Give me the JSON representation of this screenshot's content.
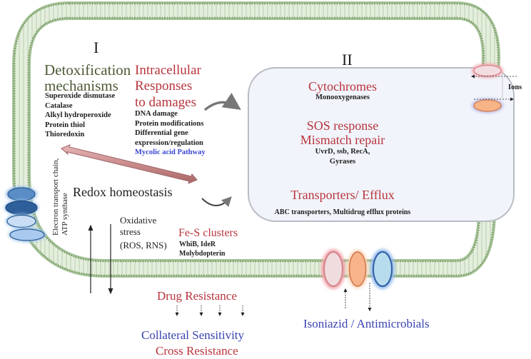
{
  "diagram": {
    "section_labels": {
      "left": "I",
      "right": "II"
    },
    "detoxification": {
      "title_line1": "Detoxification",
      "title_line2": "mechanisms",
      "items": [
        "Superoxide dismutase",
        "Catalase",
        "Alkyl hydroperoxide",
        "Protein thiol",
        "Thioredoxin"
      ]
    },
    "intracellular": {
      "title_line1": "Intracellular",
      "title_line2": "Responses",
      "title_line3": "to damages",
      "items": [
        "DNA damage",
        "Protein modifications",
        "Differential gene",
        "expression/regulation"
      ],
      "highlight_item": "Mycolic acid Pathway"
    },
    "redox": {
      "label": "Redox homeostasis"
    },
    "electron_transport": {
      "line1": "Electron transport chain,",
      "line2": "ATP synthase"
    },
    "oxidative_stress": {
      "line1": "Oxidative",
      "line2": "stress",
      "line3": "(ROS, RNS)"
    },
    "fes_clusters": {
      "title": "Fe-S clusters",
      "items": [
        "WhiB, IdeR",
        "Molybdopterin"
      ]
    },
    "box_II": {
      "cytochromes": {
        "title": "Cytochromes",
        "sub": "Monooxygenases"
      },
      "sos": {
        "title_line1": "SOS response",
        "title_line2": "Mismatch repair",
        "sub_line1": "UvrD, ssb, RecA,",
        "sub_line2": "Gyrases"
      },
      "transporters": {
        "title": "Transporters/ Efflux",
        "sub": "ABC transporters, Multidrug efflux proteins"
      }
    },
    "ions_label": "Ions",
    "drug_resistance": "Drug Resistance",
    "collateral_sensitivity": "Collateral Sensitivity",
    "cross_resistance": "Cross Resistance",
    "isoniazid": "Isoniazid / Antimicrobials",
    "colors": {
      "heading_red": "#b8343d",
      "heading_green": "#4d5a35",
      "link_blue": "#3b47d4",
      "membrane_green": "#8aae78",
      "box_fill": "#f1f4fa"
    }
  }
}
